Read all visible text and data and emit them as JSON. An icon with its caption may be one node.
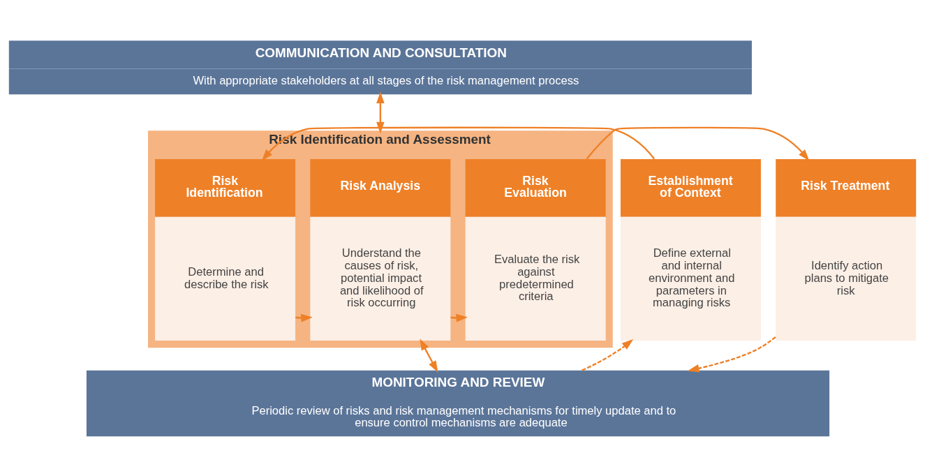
{
  "diagram": {
    "nodes": [
      {
        "text": [
          "COMMUNICATION AND CONSULTATION",
          "With appropriate stakeholders at all stages of the risk management process"
        ]
      },
      {
        "text": [
          "Risk Identification and Assessment"
        ]
      },
      {
        "text": [
          "Establishment of Context",
          "Define external and internal environment and parameters in managing risks"
        ]
      },
      {
        "text": [
          "Risk Identification",
          "Determine and describe the risk"
        ],
        "in": 1
      },
      {
        "text": [
          "Risk Analysis",
          "Understand the causes of risk, potential impact and likelihood of risk occurring"
        ],
        "in": 1
      },
      {
        "text": [
          "Risk Evaluation",
          "Evaluate the risk against predetermined criteria"
        ],
        "in": 1
      },
      {
        "text": [
          "Risk Treatment",
          "Identify action plans to mitigate risk"
        ]
      },
      {
        "text": [
          "MONITORING AND REVIEW",
          "Periodic review of risks and risk management mechanisms for timely update and to ensure control mechanisms are adequate"
        ]
      }
    ],
    "edges": [
      {
        "from": 0,
        "to": 1,
        "arrow": "both"
      },
      {
        "from": 2,
        "to": 3,
        "arrow": "to"
      },
      {
        "from": 3,
        "to": 4,
        "arrow": "to"
      },
      {
        "from": 4,
        "to": 5,
        "arrow": "to"
      },
      {
        "from": 5,
        "to": 6,
        "arrow": "to"
      },
      {
        "from": 4,
        "to": 7,
        "arrow": "both"
      },
      {
        "from": 7,
        "to": 2,
        "arrow": "to",
        "style": "dashed"
      },
      {
        "from": 6,
        "to": 7,
        "arrow": "to",
        "style": "dashed"
      }
    ]
  }
}
